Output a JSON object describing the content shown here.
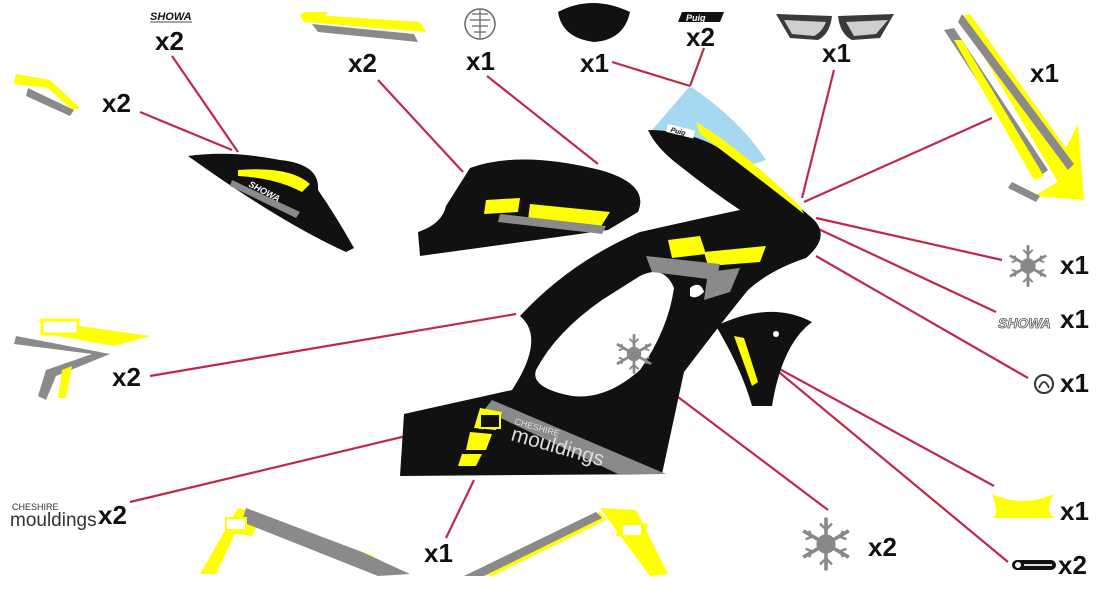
{
  "colors": {
    "accent": "#ffff00",
    "body": "#111111",
    "grey": "#8a8a8a",
    "leader": "#c0284a",
    "screen": "#a6d8f2"
  },
  "quantities": {
    "showa_fork": "x2",
    "tank_stripes": "x2",
    "rider_logo": "x1",
    "tank_cover": "x1",
    "puig_logo": "x2",
    "headlights": "x1",
    "tail_left": "x2",
    "side_long_stripes": "x1",
    "side_fairing_decal": "x2",
    "snowflake_badge": "x1",
    "showa_swingarm": "x1",
    "small_round_logo": "x1",
    "cheshire_logo": "x2",
    "belly_pan": "x1",
    "snowflake_large": "x2",
    "front_mudguard": "x1",
    "front_brand_sticker": "x2"
  },
  "decal_text": {
    "showa": "SHOWA",
    "puig": "Puig",
    "cheshire": "CHESHIRE",
    "mouldings": "mouldings"
  },
  "icons": {
    "snowflake": "snowflake-icon",
    "rider": "rider-logo-icon",
    "round": "round-logo-icon"
  }
}
